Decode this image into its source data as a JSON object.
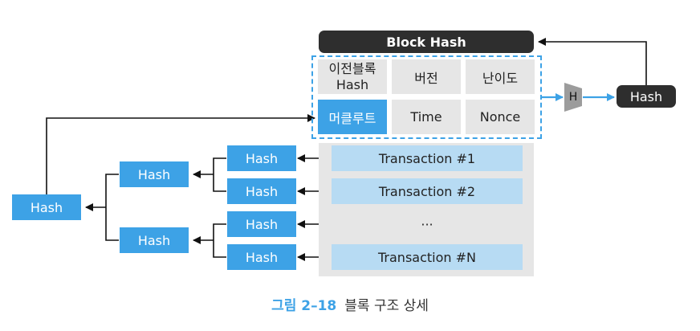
{
  "block": {
    "title": "Block Hash",
    "cells": {
      "prev_block_hash": "이전블록 Hash",
      "version": "버전",
      "difficulty": "난이도",
      "merkle_root": "머클루트",
      "time": "Time",
      "nonce": "Nonce"
    },
    "hash_function": "H",
    "output_hash": "Hash"
  },
  "transactions": [
    "Transaction #1",
    "Transaction #2",
    "···",
    "Transaction #N"
  ],
  "tree": {
    "leaf_hashes": [
      "Hash",
      "Hash",
      "Hash",
      "Hash"
    ],
    "mid_hashes": [
      "Hash",
      "Hash"
    ],
    "root_hash": "Hash"
  },
  "caption": {
    "figure": "그림 2–18",
    "title": "블록 구조 상세"
  },
  "colors": {
    "accent_blue": "#3da2e6",
    "light_blue": "#b7dbf3",
    "dark": "#2e2e2e",
    "gray_cell": "#e6e6e6"
  }
}
